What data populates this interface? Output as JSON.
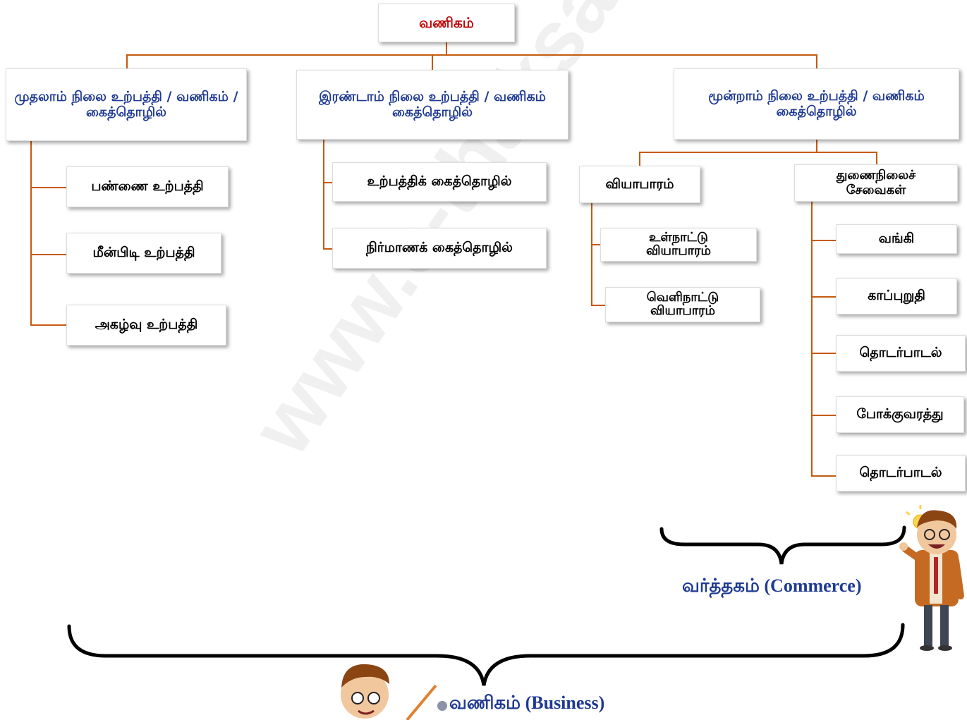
{
  "root": "வணிகம்",
  "level1": [
    "முதலாம் நிலை உற்பத்தி / வணிகம் / கைத்தொழில்",
    "இரண்டாம் நிலை உற்பத்தி / வணிகம் கைத்தொழில்",
    "மூன்றாம் நிலை உற்பத்தி / வணிகம் கைத்தொழில்"
  ],
  "primary": [
    "பண்ணை உற்பத்தி",
    "மீன்பிடி உற்பத்தி",
    "அகழ்வு உற்பத்தி"
  ],
  "secondary": [
    "உற்பத்திக் கைத்தொழில்",
    "நிர்மாணக் கைத்தொழில்"
  ],
  "tertiary": {
    "trade": "வியாபாரம்",
    "trade_items": [
      "உள்நாட்டு வியாபாரம்",
      "வெளிநாட்டு வியாபாரம்"
    ],
    "aids": "துணைநிலைச் சேவைகள்",
    "aid_items": [
      "வங்கி",
      "காப்புறுதி",
      "தொடர்பாடல்",
      "போக்குவரத்து",
      "தொடர்பாடல்"
    ]
  },
  "commerce_label": "வர்த்தகம் (Commerce)",
  "business_label": "வணிகம் (Business)",
  "watermark": "www.e-thaksalawa.moe.gov.lk",
  "colors": {
    "connector": "#c55a11",
    "root_text": "#c00000",
    "heading_text": "#1f3a93"
  }
}
